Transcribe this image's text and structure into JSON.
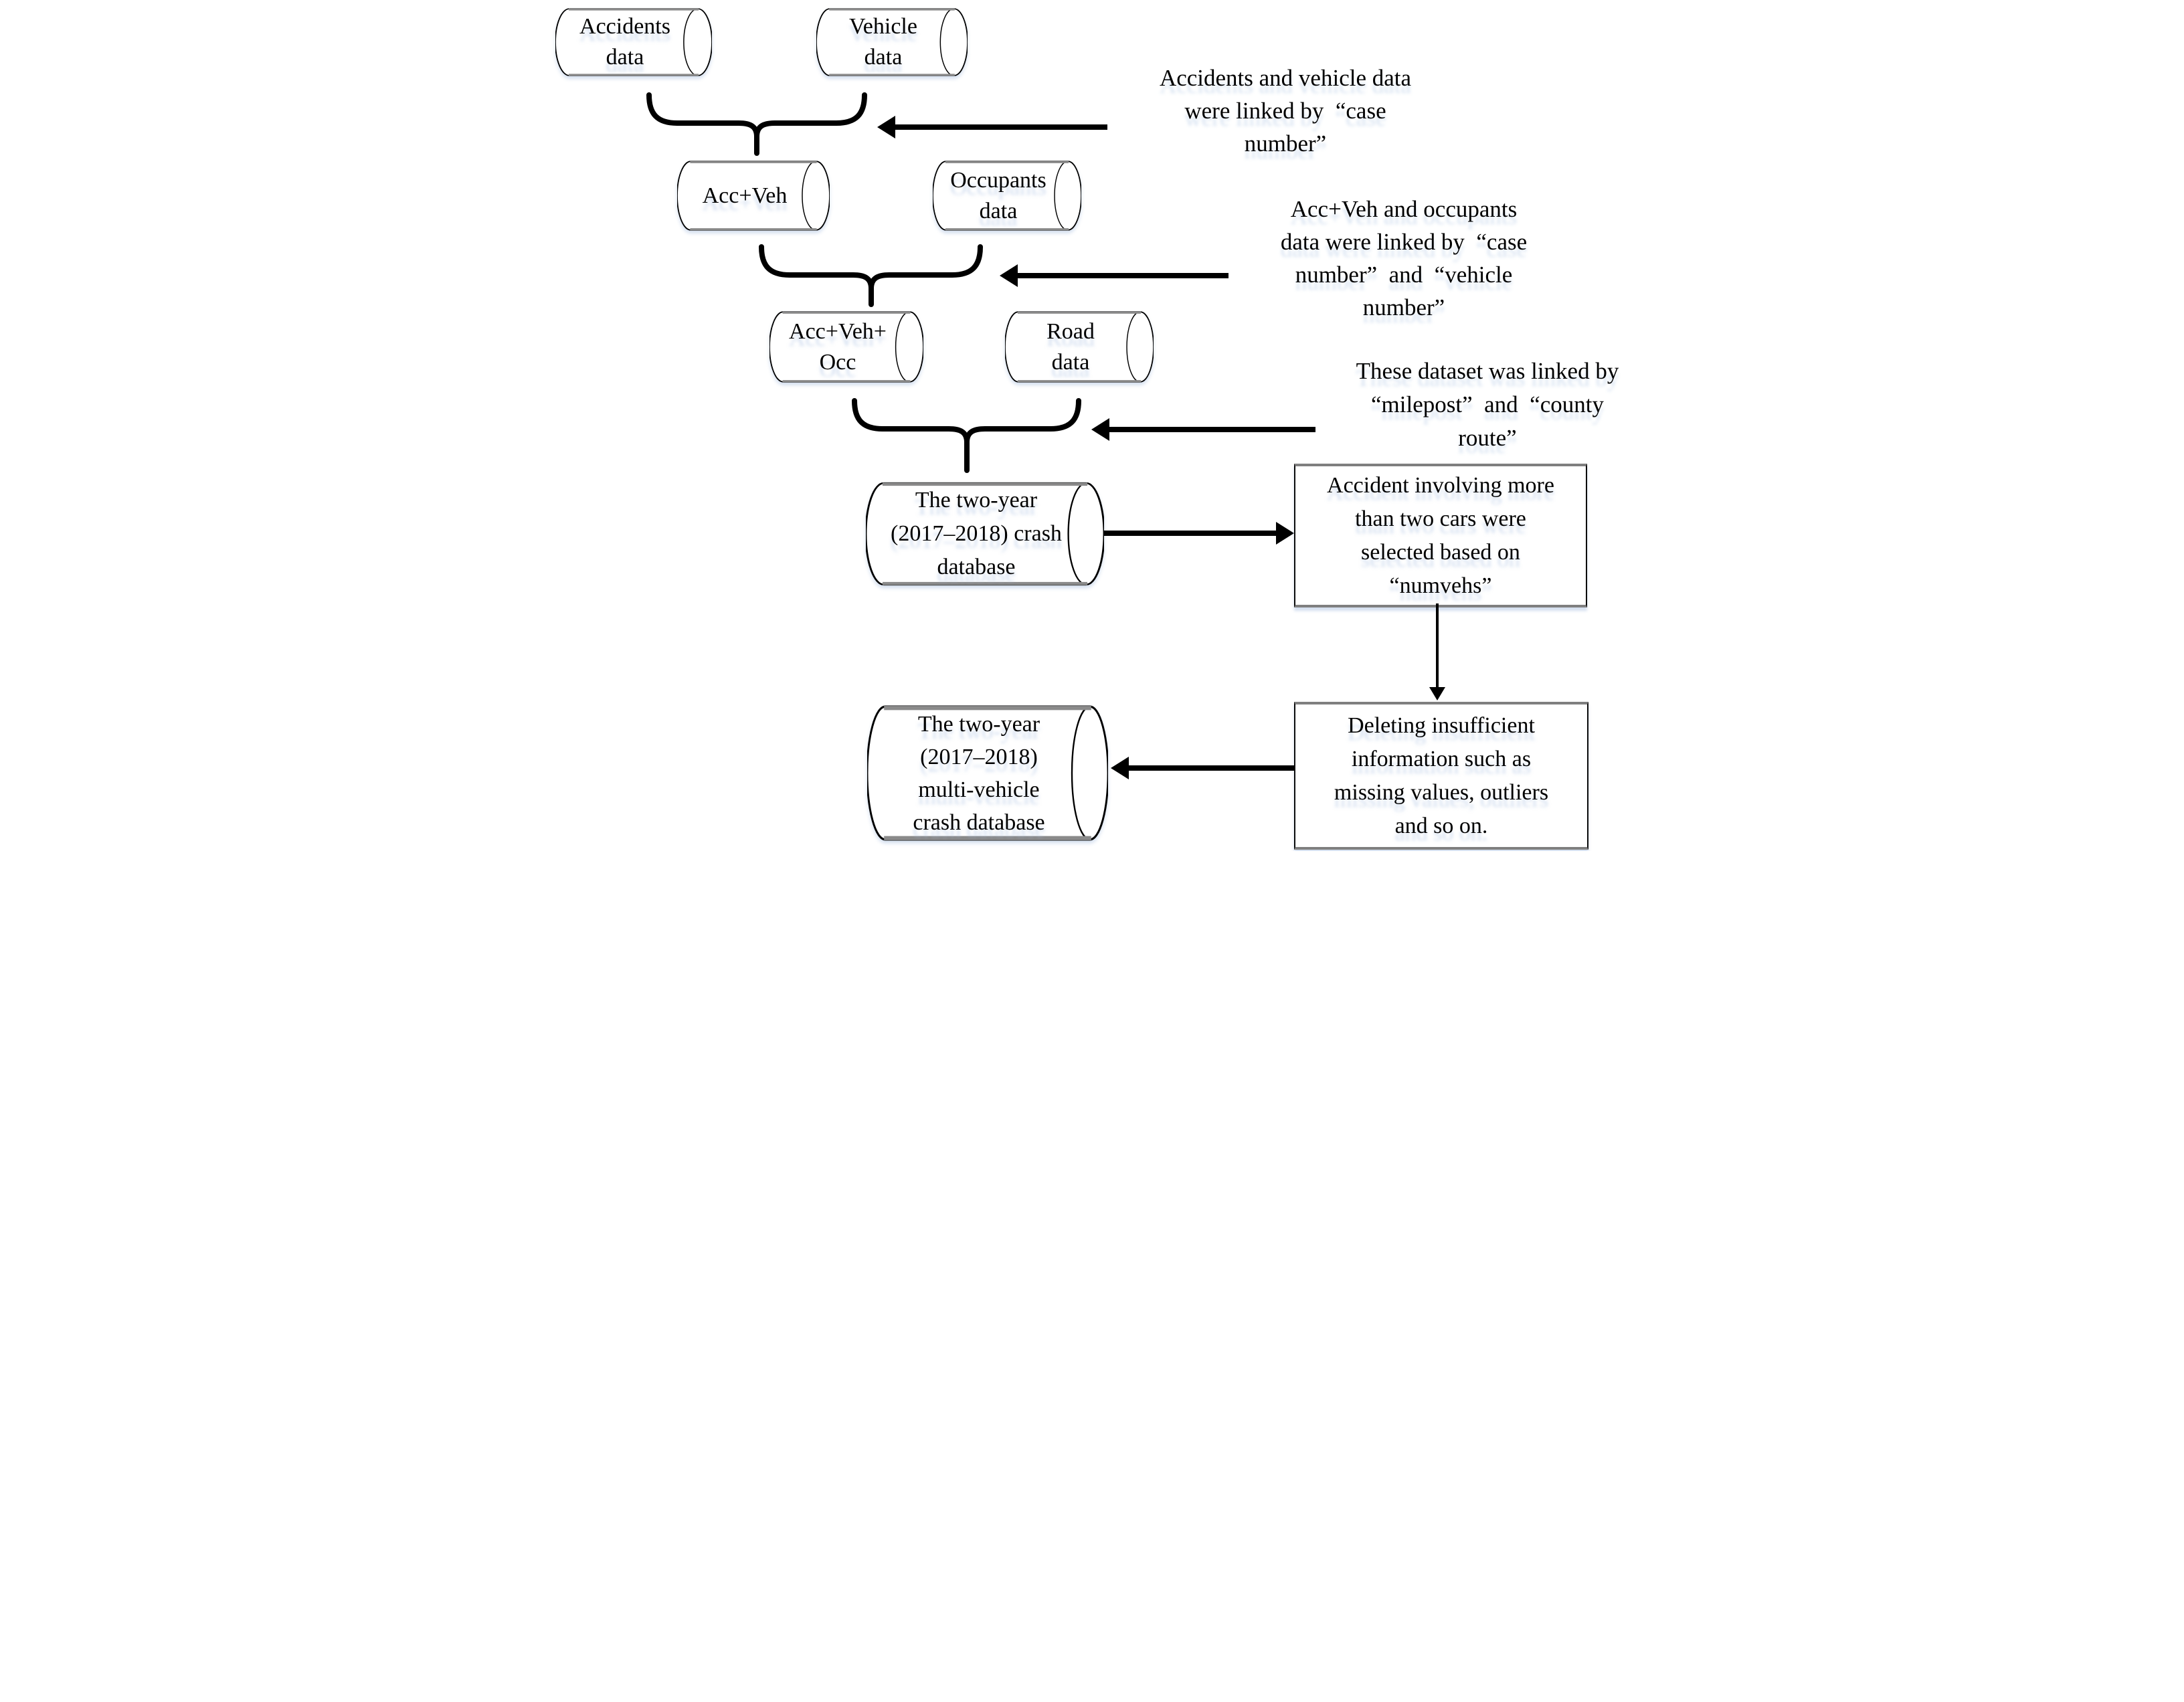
{
  "diagram": {
    "cylinders": {
      "accidents": "Accidents\ndata",
      "vehicle": "Vehicle\ndata",
      "acc_veh": "Acc+Veh",
      "occupants": "Occupants\ndata",
      "acc_veh_occ": "Acc+Veh+\nOcc",
      "road": "Road\ndata",
      "crash_two_year": "The two-year\n(2017–2018) crash\ndatabase",
      "multi_vehicle": "The two-year\n(2017–2018)\nmulti-vehicle\ncrash database"
    },
    "process_boxes": {
      "select_numvehs": "Accident involving more\nthan two cars were\nselected based on\n“numvehs”",
      "delete_insufficient": "Deleting insufficient\ninformation such as\nmissing values, outliers\nand so on."
    },
    "annotations": {
      "link_case_number": "Accidents and vehicle data\nwere linked by  “case\nnumber”",
      "link_case_vehicle_number": "Acc+Veh and occupants\ndata were linked by  “case\nnumber”  and  “vehicle\nnumber”",
      "link_milepost_county": "These dataset was linked by\n“milepost”  and  “county\nroute”"
    },
    "colors": {
      "ink": "#000000",
      "shape_edge": "#7f7f7f",
      "reflection": "#c7d5ea",
      "background": "#ffffff"
    }
  }
}
